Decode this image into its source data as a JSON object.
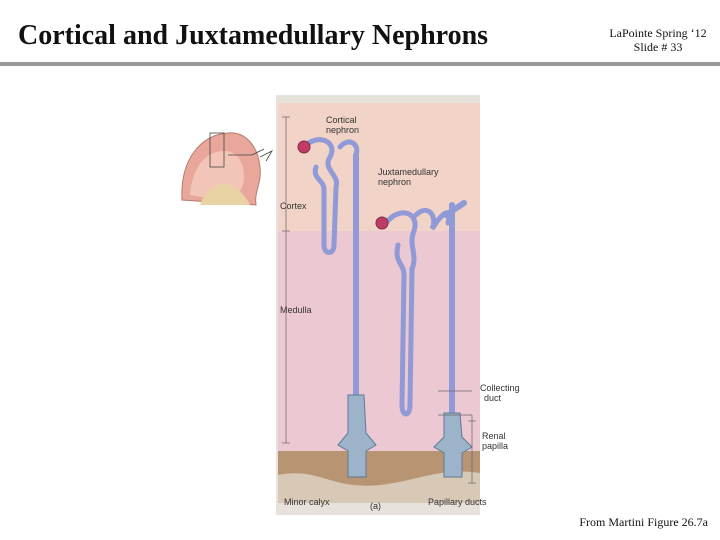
{
  "slide": {
    "title": "Cortical and Juxtamedullary Nephrons",
    "meta_line1": "LaPointe Spring ‘12",
    "meta_line2": "Slide # 33",
    "caption": "From Martini Figure 26.7a"
  },
  "figure": {
    "labels": {
      "cortical_line1": "Cortical",
      "cortical_line2": "nephron",
      "juxta_line1": "Juxtamedullary",
      "juxta_line2": "nephron",
      "cortex": "Cortex",
      "medulla": "Medulla",
      "collecting_line1": "Collecting",
      "collecting_line2": "duct",
      "renal_line1": "Renal",
      "renal_line2": "papilla",
      "minor_calyx": "Minor calyx",
      "panel": "(a)",
      "papillary_ducts": "Papillary ducts"
    },
    "colors": {
      "cortex": "#f1d3c7",
      "medulla": "#ecc8d3",
      "calyx": "#b79472",
      "tubule": "#8f9ad6",
      "glomerulus": "#c23a66"
    }
  }
}
